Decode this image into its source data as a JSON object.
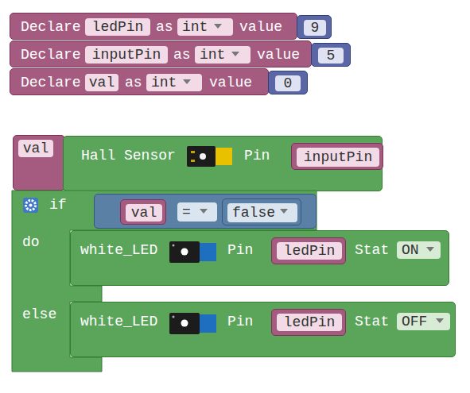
{
  "diagram": {
    "nodes": [
      {
        "text": [
          "Declare",
          "ledPin",
          "as",
          "int",
          "value"
        ]
      },
      {
        "text": [
          "9"
        ],
        "in": 0
      },
      {
        "text": [
          "Declare",
          "inputPin",
          "as",
          "int",
          "value"
        ]
      },
      {
        "text": [
          "5"
        ],
        "in": 2
      },
      {
        "text": [
          "Declare",
          "val",
          "as",
          "int",
          "value"
        ]
      },
      {
        "text": [
          "0"
        ],
        "in": 4
      },
      {
        "text": [
          "val"
        ]
      },
      {
        "text": [
          "Hall Sensor",
          "Pin"
        ],
        "in": 6
      },
      {
        "text": [
          "inputPin"
        ],
        "in": 7
      },
      {
        "text": [
          "if",
          "do",
          "else"
        ]
      },
      {
        "text": [
          "="
        ],
        "in": 9
      },
      {
        "text": [
          "val"
        ],
        "in": 10
      },
      {
        "text": [
          "false"
        ],
        "in": 10
      },
      {
        "text": [
          "white_LED",
          "Pin",
          "Stat",
          "ON"
        ],
        "in": 9
      },
      {
        "text": [
          "ledPin"
        ],
        "in": 13
      },
      {
        "text": [
          "white_LED",
          "Pin",
          "Stat",
          "OFF"
        ],
        "in": 9
      },
      {
        "text": [
          "ledPin"
        ],
        "in": 15
      }
    ]
  }
}
